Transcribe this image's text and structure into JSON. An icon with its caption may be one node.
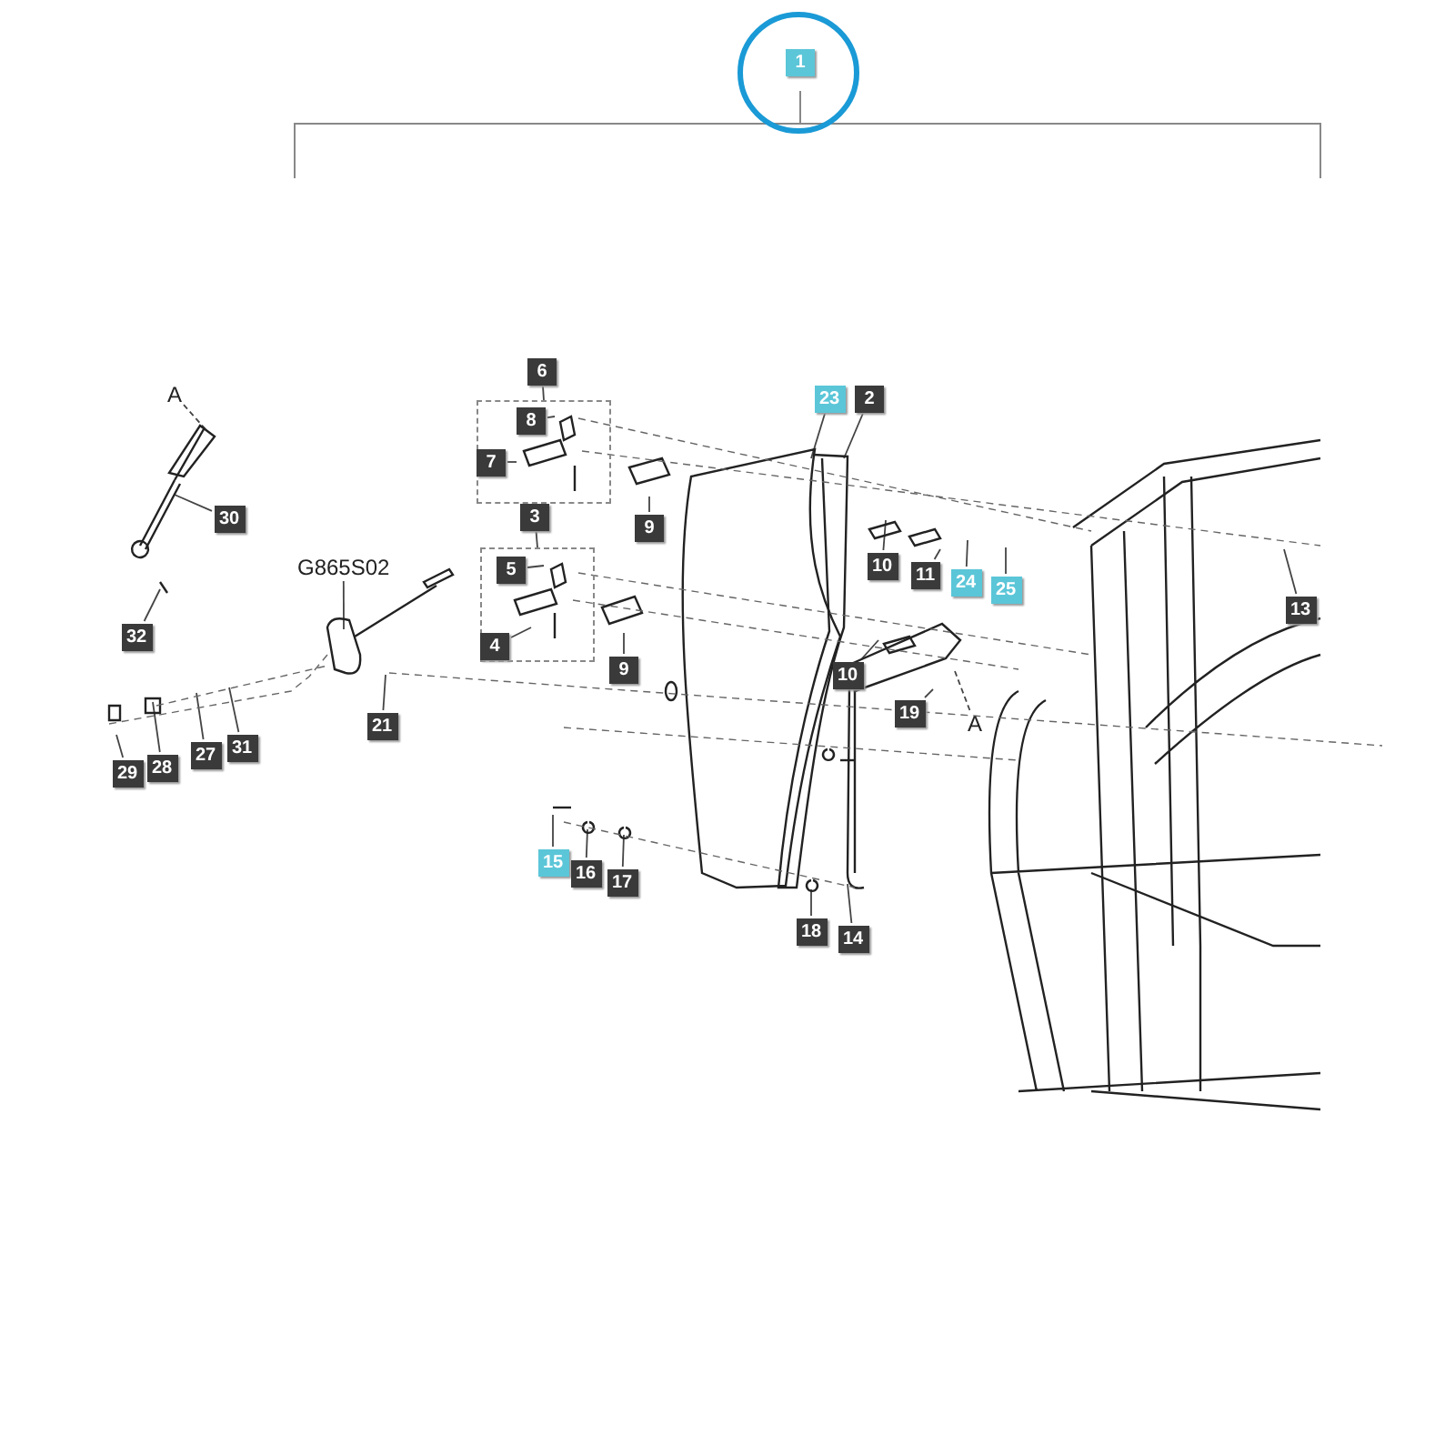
{
  "diagram": {
    "nodes": [
      {
        "text": [
          "6"
        ]
      },
      {
        "text": [],
        "shape": "box"
      },
      {
        "text": [
          "8"
        ],
        "in": 1
      },
      {
        "text": [
          "7"
        ],
        "in": 1
      },
      {
        "text": [
          "23"
        ]
      },
      {
        "text": [
          "2"
        ]
      },
      {
        "text": [
          "A"
        ]
      },
      {
        "text": [
          "9"
        ]
      },
      {
        "text": [
          "30"
        ]
      },
      {
        "text": [
          "3"
        ]
      },
      {
        "text": [],
        "shape": "box"
      },
      {
        "text": [
          "5"
        ],
        "in": 10
      },
      {
        "text": [
          "4"
        ],
        "in": 10
      },
      {
        "text": [
          "G865S02"
        ]
      },
      {
        "text": [
          "10"
        ]
      },
      {
        "text": [
          "11"
        ]
      },
      {
        "text": [
          "24"
        ]
      },
      {
        "text": [
          "25"
        ]
      },
      {
        "text": [
          "13"
        ]
      },
      {
        "text": [
          "32"
        ]
      },
      {
        "text": [
          "9"
        ]
      },
      {
        "text": [
          "10"
        ]
      },
      {
        "text": [
          "19"
        ]
      },
      {
        "text": [
          "A"
        ]
      },
      {
        "text": [
          "21"
        ]
      },
      {
        "text": [
          "31"
        ]
      },
      {
        "text": [
          "28"
        ]
      },
      {
        "text": [
          "27"
        ]
      },
      {
        "text": [
          "29"
        ]
      },
      {
        "text": [
          "15"
        ]
      },
      {
        "text": [
          "16"
        ]
      },
      {
        "text": [
          "17"
        ]
      },
      {
        "text": [
          "18"
        ]
      },
      {
        "text": [
          "14"
        ]
      },
      {
        "text": [
          "1"
        ]
      }
    ],
    "edges": [
      {
        "from": 0,
        "to": 1,
        "arrow": "none"
      },
      {
        "from": 2,
        "to": null,
        "arrow": "none"
      },
      {
        "from": 3,
        "to": null,
        "arrow": "none"
      },
      {
        "from": 4,
        "to": null,
        "arrow": "none"
      },
      {
        "from": 5,
        "to": null,
        "arrow": "none"
      },
      {
        "from": 6,
        "to": null,
        "arrow": "none",
        "style": "dashed"
      },
      {
        "from": 7,
        "to": null,
        "arrow": "none"
      },
      {
        "from": 8,
        "to": null,
        "arrow": "none"
      },
      {
        "from": 9,
        "to": 10,
        "arrow": "none"
      },
      {
        "from": 11,
        "to": null,
        "arrow": "none"
      },
      {
        "from": 12,
        "to": null,
        "arrow": "none"
      },
      {
        "from": 13,
        "to": null,
        "arrow": "none"
      },
      {
        "from": 14,
        "to": null,
        "arrow": "none"
      },
      {
        "from": 15,
        "to": null,
        "arrow": "none"
      },
      {
        "from": 16,
        "to": null,
        "arrow": "none"
      },
      {
        "from": 17,
        "to": null,
        "arrow": "none"
      },
      {
        "from": 18,
        "to": null,
        "arrow": "none"
      },
      {
        "from": 19,
        "to": null,
        "arrow": "none"
      },
      {
        "from": 20,
        "to": null,
        "arrow": "none"
      },
      {
        "from": 21,
        "to": null,
        "arrow": "none"
      },
      {
        "from": 22,
        "to": null,
        "arrow": "none"
      },
      {
        "from": 23,
        "to": null,
        "arrow": "none",
        "style": "dashed"
      },
      {
        "from": 24,
        "to": null,
        "arrow": "none"
      },
      {
        "from": 25,
        "to": null,
        "arrow": "none"
      },
      {
        "from": 26,
        "to": null,
        "arrow": "none"
      },
      {
        "from": 27,
        "to": null,
        "arrow": "none"
      },
      {
        "from": 28,
        "to": null,
        "arrow": "none"
      },
      {
        "from": 29,
        "to": null,
        "arrow": "none"
      },
      {
        "from": 30,
        "to": null,
        "arrow": "none"
      },
      {
        "from": 31,
        "to": null,
        "arrow": "none"
      },
      {
        "from": 32,
        "to": null,
        "arrow": "none"
      },
      {
        "from": 33,
        "to": null,
        "arrow": "none"
      }
    ]
  }
}
